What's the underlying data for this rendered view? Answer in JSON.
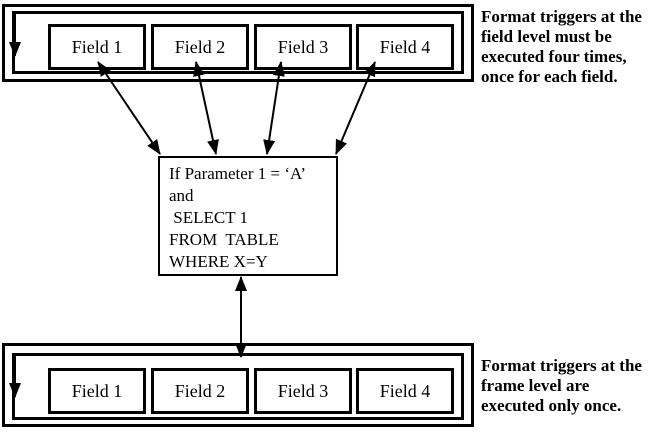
{
  "top_frame": {
    "fields": [
      "Field 1",
      "Field 2",
      "Field 3",
      "Field 4"
    ]
  },
  "bottom_frame": {
    "fields": [
      "Field 1",
      "Field 2",
      "Field 3",
      "Field 4"
    ]
  },
  "code_box": {
    "lines": [
      "If Parameter 1 = ‘A’",
      "and",
      " SELECT 1",
      "FROM  TABLE",
      "WHERE X=Y"
    ]
  },
  "annotations": {
    "field_level": {
      "lines": [
        "Format triggers at the",
        "field level must be",
        "executed four times,",
        "once for each field."
      ]
    },
    "frame_level": {
      "lines": [
        "Format triggers at the",
        "frame level are",
        "executed only once."
      ]
    }
  },
  "colors": {
    "ink": "#000000",
    "background": "#ffffff"
  }
}
